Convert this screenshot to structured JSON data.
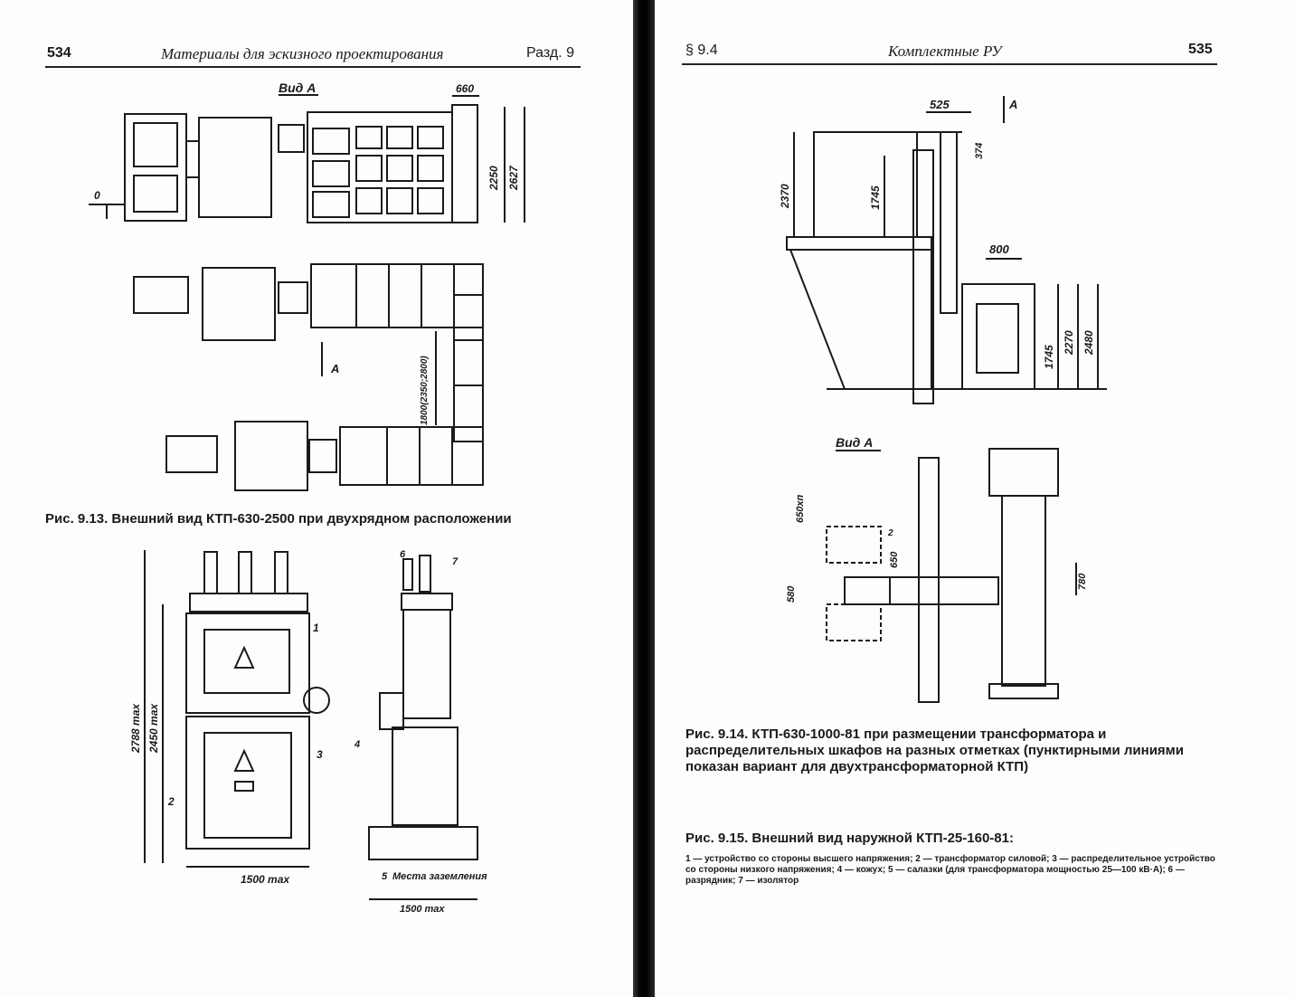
{
  "left_page": {
    "page_number": "534",
    "running_title": "Материалы для эскизного проектирования",
    "section_label": "Разд. 9",
    "fig_9_13": {
      "view_label": "Вид А",
      "dims": [
        "660",
        "2250",
        "2627",
        "0"
      ],
      "gap_dim": "1800(2350;2800)",
      "arrow_label": "А",
      "caption": "Рис. 9.13. Внешний вид КТП-630-2500 при двухрядном расположении"
    },
    "fig_9_15_drawing": {
      "dims": [
        "2788 max",
        "2450 max",
        "1500 max"
      ],
      "callouts": [
        "1",
        "2",
        "3",
        "4",
        "5",
        "6",
        "7"
      ],
      "grounding_label": "Места заземления",
      "base_dim": "1500 max"
    }
  },
  "right_page": {
    "section_label": "§ 9.4",
    "running_title": "Комплектные РУ",
    "page_number": "535",
    "fig_9_14": {
      "dims": [
        "525",
        "374",
        "2370",
        "1745",
        "800",
        "2270",
        "2480",
        "1745"
      ],
      "arrow_label": "А",
      "view_label": "Вид А",
      "plan_dims": [
        "650хп",
        "580",
        "650",
        "2",
        "780"
      ],
      "caption": "Рис. 9.14. КТП-630-1000-81 при размещении трансформатора и распределительных шкафов на разных отметках (пунктирными линиями показан вариант для двухтрансформаторной КТП)"
    },
    "fig_9_15": {
      "caption": "Рис. 9.15. Внешний вид наружной КТП-25-160-81:",
      "legend": "1 — устройство со стороны высшего напряжения; 2 — трансформатор силовой; 3 — распределительное устройство со стороны низкого напряжения; 4 — кожух; 5 — салазки (для трансформатора мощностью 25—100 кВ·А); 6 — разрядник; 7 — изолятор"
    }
  },
  "colors": {
    "ink": "#1a1a1a",
    "paper": "#fdfdfb",
    "spine": "#000000"
  }
}
